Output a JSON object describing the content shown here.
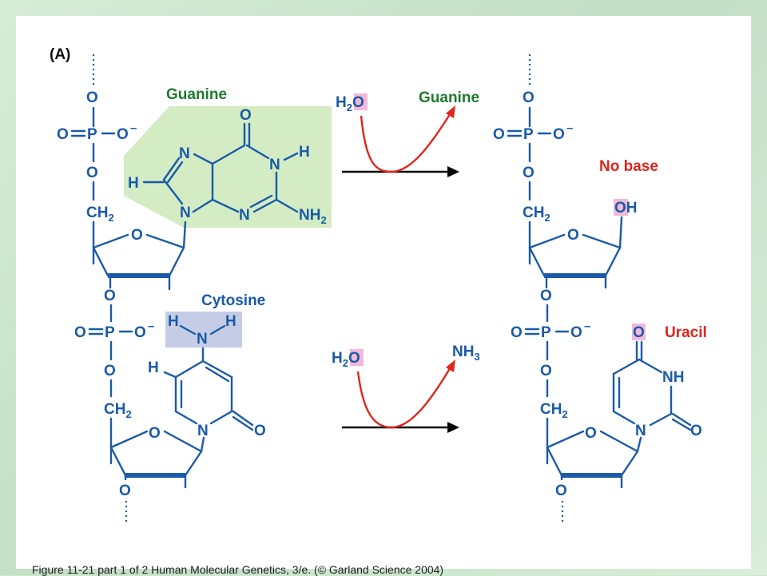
{
  "panel_label": "(A)",
  "labels": {
    "guanine": "Guanine",
    "cytosine": "Cytosine",
    "no_base": "No base",
    "uracil": "Uracil",
    "guanine_out": "Guanine"
  },
  "atoms": {
    "O": "O",
    "P": "P",
    "N": "N",
    "H": "H",
    "NH": "NH",
    "CH": "CH",
    "OH": "OH",
    "O_minus": "O",
    "minus": "–",
    "two": "2",
    "three": "3"
  },
  "reaction1": {
    "reactant_left": "H",
    "reactant_sub": "2",
    "reactant_right": "O",
    "product": "Guanine"
  },
  "reaction2": {
    "reactant_left": "H",
    "reactant_sub": "2",
    "reactant_right": "O",
    "product_left": "NH",
    "product_sub": "3"
  },
  "caption": "Figure 11-21 part 1 of 2   Human Molecular Genetics, 3/e.  (© Garland Science 2004)",
  "colors": {
    "structure_blue": "#1a5aa8",
    "guanine_green": "#1f7a2f",
    "guanine_box": "#d3ecc4",
    "cytosine_box": "#c5cce6",
    "highlight_pink": "#f2b8da",
    "reaction_red": "#e0251b"
  }
}
